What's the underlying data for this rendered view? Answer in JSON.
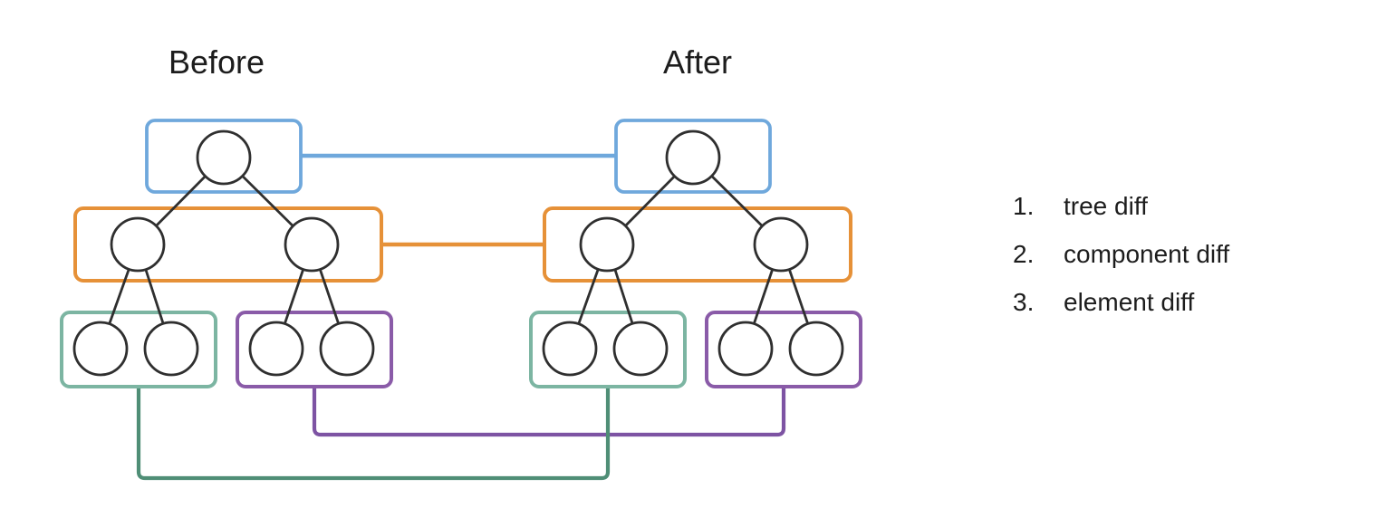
{
  "headings": {
    "before": "Before",
    "after": "After"
  },
  "legend": {
    "items": [
      {
        "number": "1.",
        "label": "tree diff"
      },
      {
        "number": "2.",
        "label": "component diff"
      },
      {
        "number": "3.",
        "label": "element diff"
      }
    ]
  },
  "colors": {
    "tree_diff_box": "#6fa8dc",
    "component_diff_box": "#e69138",
    "element_diff_teal_box": "#7cb5a2",
    "element_diff_teal_connector": "#4f8e76",
    "element_diff_purple_box": "#8a5ba8",
    "element_diff_purple_connector": "#7d53a3",
    "node_outline": "#2f2f2f",
    "node_fill": "#ffffff",
    "text": "#1d1d1d",
    "background": "#ffffff"
  },
  "diagram": {
    "trees": [
      "before",
      "after"
    ],
    "node_counts": {
      "root": 1,
      "middle": 2,
      "leaves": 4
    },
    "paired_groups": [
      {
        "name": "root-group",
        "color_ref": "tree_diff_box",
        "legend_label": "tree diff"
      },
      {
        "name": "middle-group",
        "color_ref": "component_diff_box",
        "legend_label": "component diff"
      },
      {
        "name": "left-leaf-group",
        "color_ref": "element_diff_teal_box",
        "legend_label": "element diff"
      },
      {
        "name": "right-leaf-group",
        "color_ref": "element_diff_purple_box",
        "legend_label": "element diff"
      }
    ]
  }
}
